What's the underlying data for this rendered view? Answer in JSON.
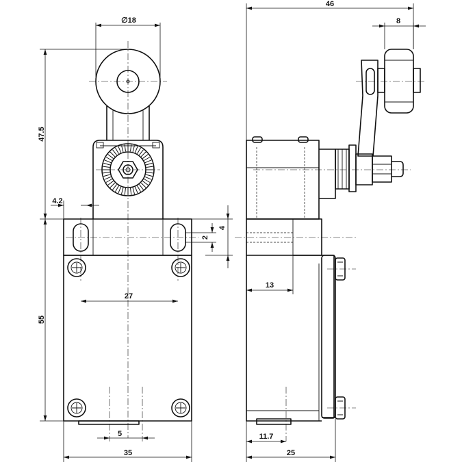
{
  "dimensions": {
    "roller_diameter": "∅18",
    "overall_width": "46",
    "roller_width": "8",
    "lever_height": "47.5",
    "slot_offset": "4.2",
    "slot_height": "4",
    "slot_width": "2",
    "hole_spacing": "27",
    "body_height": "55",
    "side_step": "13",
    "conduit_width": "5",
    "body_width": "35",
    "conduit_offset": "11.7",
    "body_depth": "25"
  },
  "colors": {
    "line": "#111111",
    "background": "#ffffff"
  }
}
